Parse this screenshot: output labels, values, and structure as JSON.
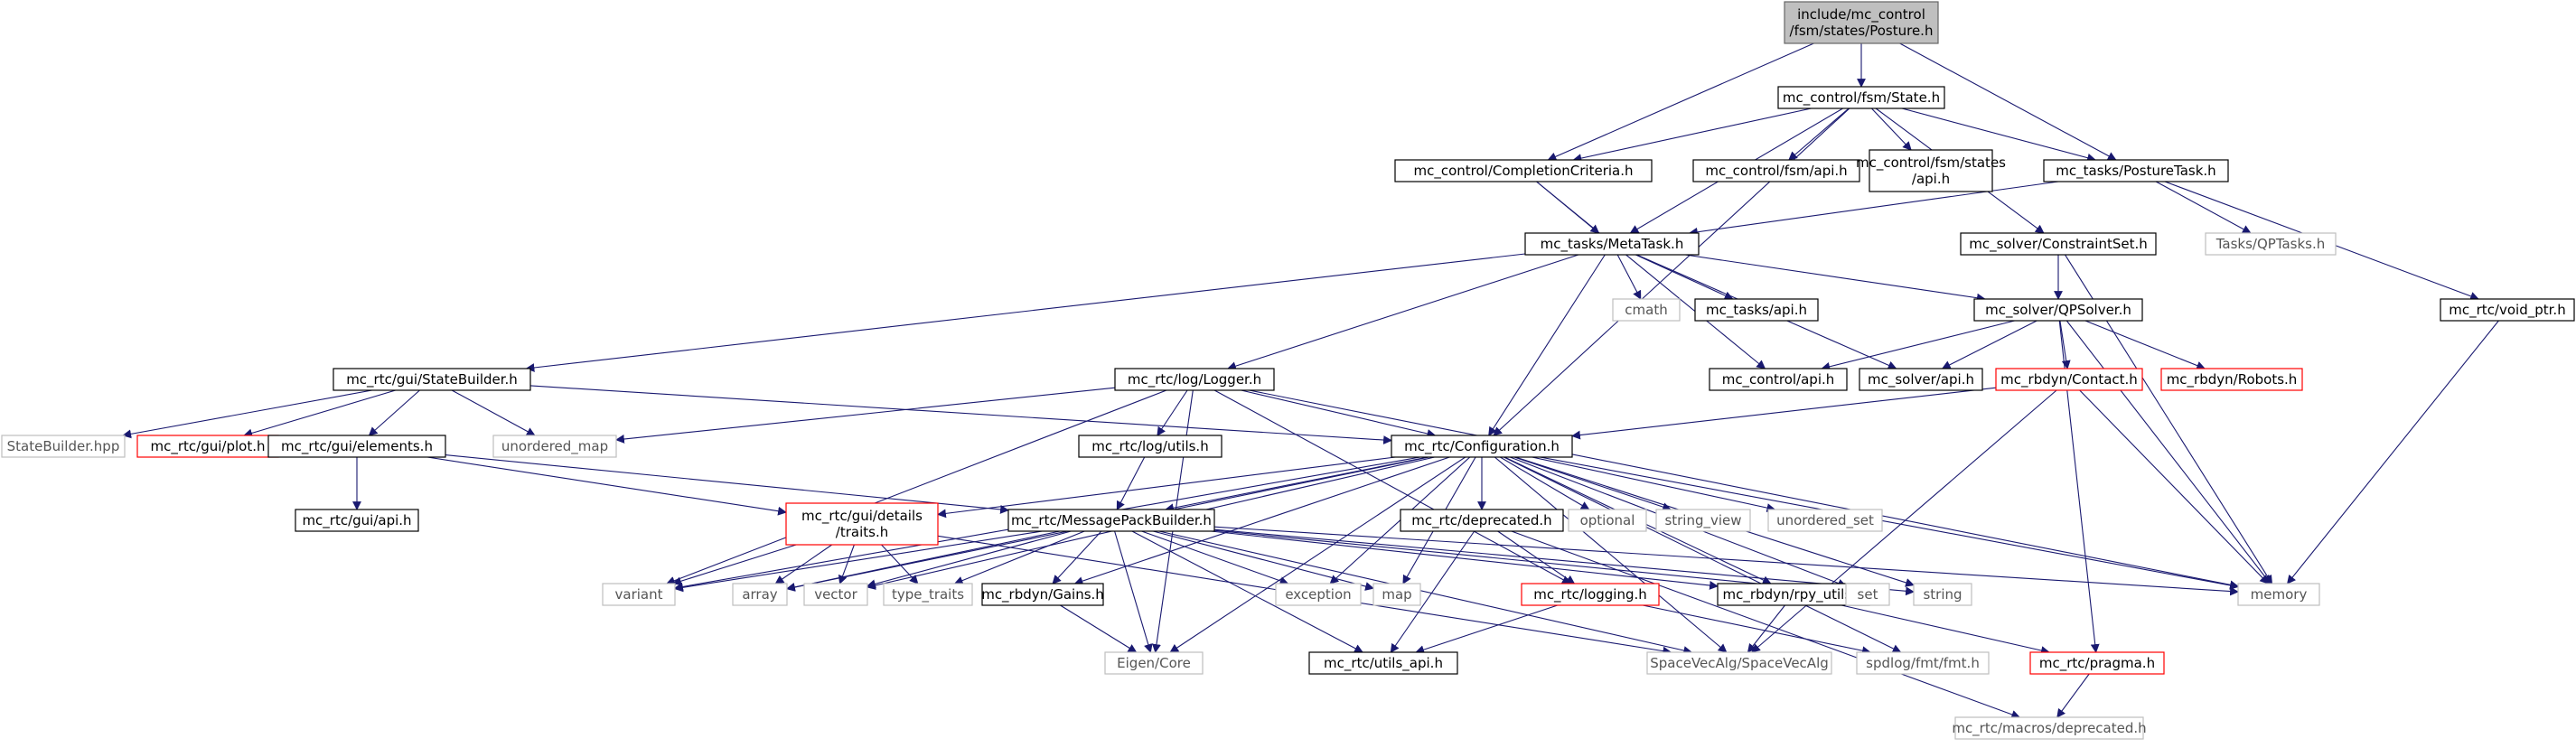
{
  "diagram": {
    "nodes": [
      {
        "id": "posture",
        "lines": [
          "include/mc_control",
          "/fsm/states/Posture.h"
        ],
        "style": "root"
      },
      {
        "id": "state",
        "lines": [
          "mc_control/fsm/State.h"
        ],
        "style": "normal"
      },
      {
        "id": "completion",
        "lines": [
          "mc_control/CompletionCriteria.h"
        ],
        "style": "normal"
      },
      {
        "id": "fsm_api",
        "lines": [
          "mc_control/fsm/api.h"
        ],
        "style": "normal"
      },
      {
        "id": "states_api",
        "lines": [
          "mc_control/fsm/states",
          "/api.h"
        ],
        "style": "normal"
      },
      {
        "id": "posturetask",
        "lines": [
          "mc_tasks/PostureTask.h"
        ],
        "style": "normal"
      },
      {
        "id": "metatask",
        "lines": [
          "mc_tasks/MetaTask.h"
        ],
        "style": "normal"
      },
      {
        "id": "constraintset",
        "lines": [
          "mc_solver/ConstraintSet.h"
        ],
        "style": "normal"
      },
      {
        "id": "qptasks",
        "lines": [
          "Tasks/QPTasks.h"
        ],
        "style": "external"
      },
      {
        "id": "cmath",
        "lines": [
          "cmath"
        ],
        "style": "external"
      },
      {
        "id": "tasks_api",
        "lines": [
          "mc_tasks/api.h"
        ],
        "style": "normal"
      },
      {
        "id": "qpsolver",
        "lines": [
          "mc_solver/QPSolver.h"
        ],
        "style": "normal"
      },
      {
        "id": "void_ptr",
        "lines": [
          "mc_rtc/void_ptr.h"
        ],
        "style": "normal"
      },
      {
        "id": "statebuilder",
        "lines": [
          "mc_rtc/gui/StateBuilder.h"
        ],
        "style": "normal"
      },
      {
        "id": "logger",
        "lines": [
          "mc_rtc/log/Logger.h"
        ],
        "style": "normal"
      },
      {
        "id": "control_api",
        "lines": [
          "mc_control/api.h"
        ],
        "style": "normal"
      },
      {
        "id": "solver_api",
        "lines": [
          "mc_solver/api.h"
        ],
        "style": "normal"
      },
      {
        "id": "contact",
        "lines": [
          "mc_rbdyn/Contact.h"
        ],
        "style": "red"
      },
      {
        "id": "robots",
        "lines": [
          "mc_rbdyn/Robots.h"
        ],
        "style": "red"
      },
      {
        "id": "statebuilder_hpp",
        "lines": [
          "StateBuilder.hpp"
        ],
        "style": "external"
      },
      {
        "id": "plot",
        "lines": [
          "mc_rtc/gui/plot.h"
        ],
        "style": "red"
      },
      {
        "id": "elements",
        "lines": [
          "mc_rtc/gui/elements.h"
        ],
        "style": "normal"
      },
      {
        "id": "unordered_map",
        "lines": [
          "unordered_map"
        ],
        "style": "external"
      },
      {
        "id": "log_utils",
        "lines": [
          "mc_rtc/log/utils.h"
        ],
        "style": "normal"
      },
      {
        "id": "configuration",
        "lines": [
          "mc_rtc/Configuration.h"
        ],
        "style": "normal"
      },
      {
        "id": "gui_api",
        "lines": [
          "mc_rtc/gui/api.h"
        ],
        "style": "normal"
      },
      {
        "id": "traits",
        "lines": [
          "mc_rtc/gui/details",
          "/traits.h"
        ],
        "style": "red"
      },
      {
        "id": "msgpack",
        "lines": [
          "mc_rtc/MessagePackBuilder.h"
        ],
        "style": "normal"
      },
      {
        "id": "deprecated_h",
        "lines": [
          "mc_rtc/deprecated.h"
        ],
        "style": "normal"
      },
      {
        "id": "optional",
        "lines": [
          "optional"
        ],
        "style": "external"
      },
      {
        "id": "string_view",
        "lines": [
          "string_view"
        ],
        "style": "external"
      },
      {
        "id": "unordered_set",
        "lines": [
          "unordered_set"
        ],
        "style": "external"
      },
      {
        "id": "variant",
        "lines": [
          "variant"
        ],
        "style": "external"
      },
      {
        "id": "array",
        "lines": [
          "array"
        ],
        "style": "external"
      },
      {
        "id": "vector",
        "lines": [
          "vector"
        ],
        "style": "external"
      },
      {
        "id": "type_traits",
        "lines": [
          "type_traits"
        ],
        "style": "external"
      },
      {
        "id": "gains",
        "lines": [
          "mc_rbdyn/Gains.h"
        ],
        "style": "normal"
      },
      {
        "id": "exception",
        "lines": [
          "exception"
        ],
        "style": "external"
      },
      {
        "id": "map",
        "lines": [
          "map"
        ],
        "style": "external"
      },
      {
        "id": "logging",
        "lines": [
          "mc_rtc/logging.h"
        ],
        "style": "red"
      },
      {
        "id": "rpy_utils",
        "lines": [
          "mc_rbdyn/rpy_utils.h"
        ],
        "style": "normal"
      },
      {
        "id": "set",
        "lines": [
          "set"
        ],
        "style": "external"
      },
      {
        "id": "string",
        "lines": [
          "string"
        ],
        "style": "external"
      },
      {
        "id": "memory",
        "lines": [
          "memory"
        ],
        "style": "external"
      },
      {
        "id": "eigen_core",
        "lines": [
          "Eigen/Core"
        ],
        "style": "external"
      },
      {
        "id": "utils_api",
        "lines": [
          "mc_rtc/utils_api.h"
        ],
        "style": "normal"
      },
      {
        "id": "spacevecalg",
        "lines": [
          "SpaceVecAlg/SpaceVecAlg"
        ],
        "style": "external"
      },
      {
        "id": "fmt",
        "lines": [
          "spdlog/fmt/fmt.h"
        ],
        "style": "external"
      },
      {
        "id": "pragma",
        "lines": [
          "mc_rtc/pragma.h"
        ],
        "style": "red"
      },
      {
        "id": "macros_deprecated",
        "lines": [
          "mc_rtc/macros/deprecated.h"
        ],
        "style": "external"
      }
    ],
    "edges": [
      [
        "posture",
        "state"
      ],
      [
        "posture",
        "completion"
      ],
      [
        "posture",
        "posturetask"
      ],
      [
        "state",
        "completion"
      ],
      [
        "state",
        "fsm_api"
      ],
      [
        "state",
        "states_api"
      ],
      [
        "state",
        "posturetask"
      ],
      [
        "state",
        "metatask"
      ],
      [
        "state",
        "constraintset"
      ],
      [
        "state",
        "configuration"
      ],
      [
        "completion",
        "metatask"
      ],
      [
        "completion",
        "control_api"
      ],
      [
        "posturetask",
        "metatask"
      ],
      [
        "posturetask",
        "qptasks"
      ],
      [
        "posturetask",
        "void_ptr"
      ],
      [
        "metatask",
        "cmath"
      ],
      [
        "metatask",
        "tasks_api"
      ],
      [
        "metatask",
        "qpsolver"
      ],
      [
        "metatask",
        "statebuilder"
      ],
      [
        "metatask",
        "logger"
      ],
      [
        "metatask",
        "solver_api"
      ],
      [
        "metatask",
        "configuration"
      ],
      [
        "constraintset",
        "qpsolver"
      ],
      [
        "constraintset",
        "memory"
      ],
      [
        "qpsolver",
        "control_api"
      ],
      [
        "qpsolver",
        "solver_api"
      ],
      [
        "qpsolver",
        "contact"
      ],
      [
        "qpsolver",
        "robots"
      ],
      [
        "qpsolver",
        "memory"
      ],
      [
        "qpsolver",
        "pragma"
      ],
      [
        "void_ptr",
        "memory"
      ],
      [
        "statebuilder",
        "statebuilder_hpp"
      ],
      [
        "statebuilder",
        "plot"
      ],
      [
        "statebuilder",
        "elements"
      ],
      [
        "statebuilder",
        "unordered_map"
      ],
      [
        "statebuilder",
        "configuration"
      ],
      [
        "logger",
        "unordered_map"
      ],
      [
        "logger",
        "log_utils"
      ],
      [
        "logger",
        "configuration"
      ],
      [
        "logger",
        "variant"
      ],
      [
        "logger",
        "memory"
      ],
      [
        "logger",
        "logging"
      ],
      [
        "logger",
        "eigen_core"
      ],
      [
        "contact",
        "configuration"
      ],
      [
        "contact",
        "memory"
      ],
      [
        "contact",
        "spacevecalg"
      ],
      [
        "elements",
        "gui_api"
      ],
      [
        "elements",
        "traits"
      ],
      [
        "elements",
        "msgpack"
      ],
      [
        "log_utils",
        "msgpack"
      ],
      [
        "configuration",
        "traits"
      ],
      [
        "configuration",
        "msgpack"
      ],
      [
        "configuration",
        "deprecated_h"
      ],
      [
        "configuration",
        "optional"
      ],
      [
        "configuration",
        "string_view"
      ],
      [
        "configuration",
        "unordered_set"
      ],
      [
        "configuration",
        "variant"
      ],
      [
        "configuration",
        "array"
      ],
      [
        "configuration",
        "vector"
      ],
      [
        "configuration",
        "gains"
      ],
      [
        "configuration",
        "exception"
      ],
      [
        "configuration",
        "map"
      ],
      [
        "configuration",
        "rpy_utils"
      ],
      [
        "configuration",
        "set"
      ],
      [
        "configuration",
        "string"
      ],
      [
        "configuration",
        "memory"
      ],
      [
        "configuration",
        "eigen_core"
      ],
      [
        "configuration",
        "spacevecalg"
      ],
      [
        "configuration",
        "fmt"
      ],
      [
        "traits",
        "variant"
      ],
      [
        "traits",
        "array"
      ],
      [
        "traits",
        "vector"
      ],
      [
        "traits",
        "type_traits"
      ],
      [
        "traits",
        "spacevecalg"
      ],
      [
        "msgpack",
        "variant"
      ],
      [
        "msgpack",
        "array"
      ],
      [
        "msgpack",
        "vector"
      ],
      [
        "msgpack",
        "type_traits"
      ],
      [
        "msgpack",
        "gains"
      ],
      [
        "msgpack",
        "exception"
      ],
      [
        "msgpack",
        "map"
      ],
      [
        "msgpack",
        "set"
      ],
      [
        "msgpack",
        "string"
      ],
      [
        "msgpack",
        "memory"
      ],
      [
        "msgpack",
        "eigen_core"
      ],
      [
        "msgpack",
        "utils_api"
      ],
      [
        "msgpack",
        "spacevecalg"
      ],
      [
        "msgpack",
        "rpy_utils"
      ],
      [
        "deprecated_h",
        "logging"
      ],
      [
        "deprecated_h",
        "utils_api"
      ],
      [
        "deprecated_h",
        "macros_deprecated"
      ],
      [
        "gains",
        "eigen_core"
      ],
      [
        "logging",
        "utils_api"
      ],
      [
        "logging",
        "fmt"
      ],
      [
        "rpy_utils",
        "spacevecalg"
      ],
      [
        "rpy_utils",
        "pragma"
      ],
      [
        "pragma",
        "macros_deprecated"
      ]
    ]
  },
  "colors": {
    "edge": "#191970",
    "normal_border": "#000000",
    "red_border": "#ff0000",
    "external_border": "#bfbfbf",
    "external_text": "#555555",
    "root_fill": "#bfbfbf"
  }
}
